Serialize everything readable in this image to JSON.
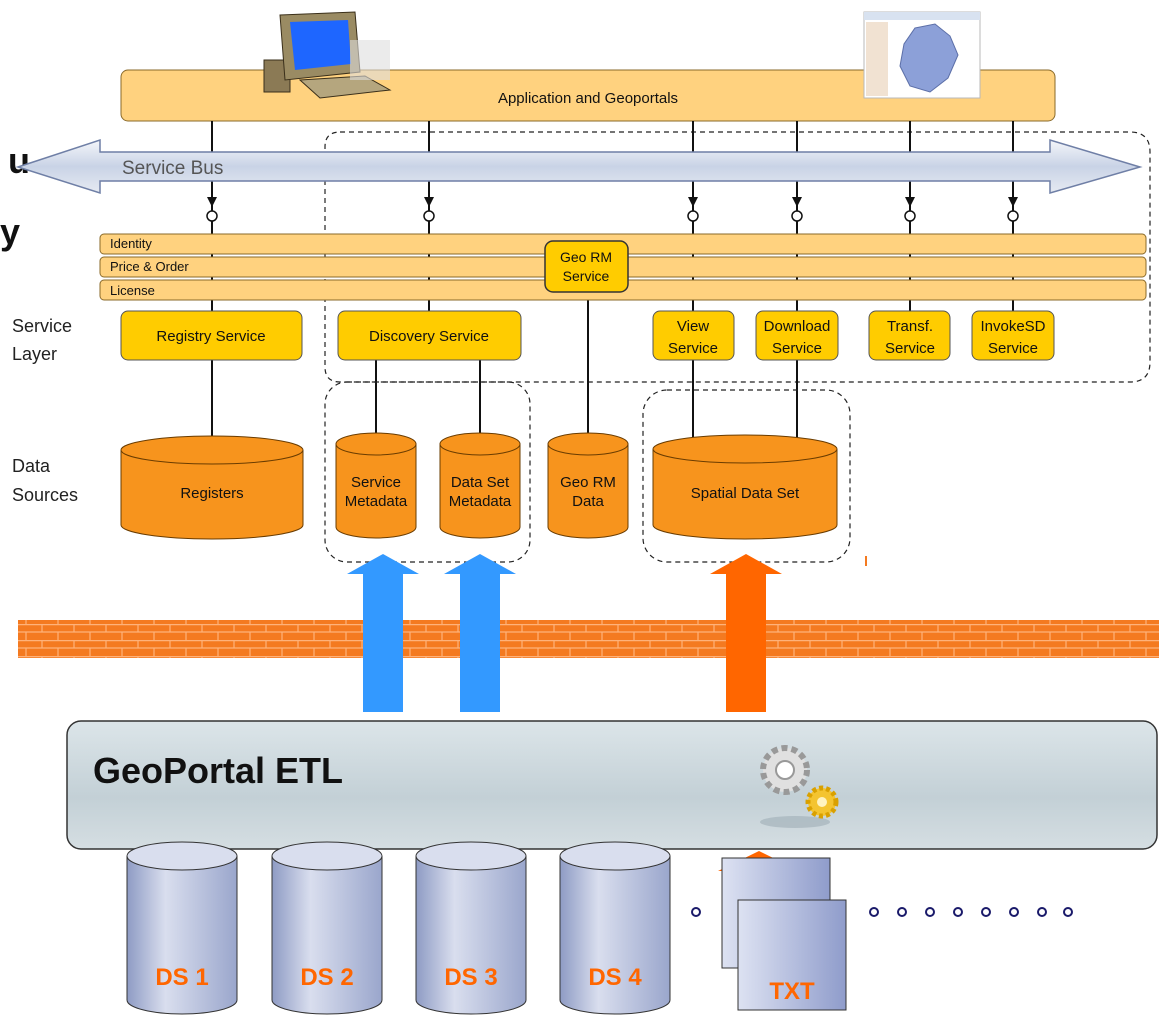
{
  "top": {
    "app_bar_label": "Application and Geoportals",
    "cutoff_letters": [
      "u",
      "y"
    ]
  },
  "service_bus": {
    "label": "Service  Bus"
  },
  "rights_bars": [
    "Identity",
    "Price & Order",
    "License"
  ],
  "geo_rm_service": [
    "Geo RM",
    "Service"
  ],
  "layer_labels": {
    "service_layer": [
      "Service",
      "Layer"
    ],
    "data_sources": [
      "Data",
      "Sources"
    ]
  },
  "services": {
    "registry": [
      "Registry Service"
    ],
    "discovery": [
      "Discovery Service"
    ],
    "view": [
      "View",
      "Service"
    ],
    "download": [
      "Download",
      "Service"
    ],
    "transf": [
      "Transf.",
      "Service"
    ],
    "invoke": [
      "InvokeSD",
      "Service"
    ]
  },
  "data_stores": {
    "registers": [
      "Registers"
    ],
    "service_metadata": [
      "Service",
      "Metadata"
    ],
    "dataset_metadata": [
      "Data Set",
      "Metadata"
    ],
    "georm_data": [
      "Geo RM",
      "Data"
    ],
    "spatial_data_set": [
      "Spatial Data Set"
    ]
  },
  "etl": {
    "title": "GeoPortal ETL"
  },
  "sources": [
    "DS 1",
    "DS 2",
    "DS 3",
    "DS 4"
  ],
  "txt_label": "TXT",
  "colors": {
    "app_bar": "#FFD27F",
    "service_box": "#FFCC00",
    "cylinder": "#F7941D",
    "blue_arrow": "#3399FF",
    "orange_arrow": "#FF6600",
    "wall": "#F47A20",
    "etl_box": "#C9D6DB",
    "ds_cylinder": "#BCC6E2",
    "ds_text": "#FF6600"
  }
}
